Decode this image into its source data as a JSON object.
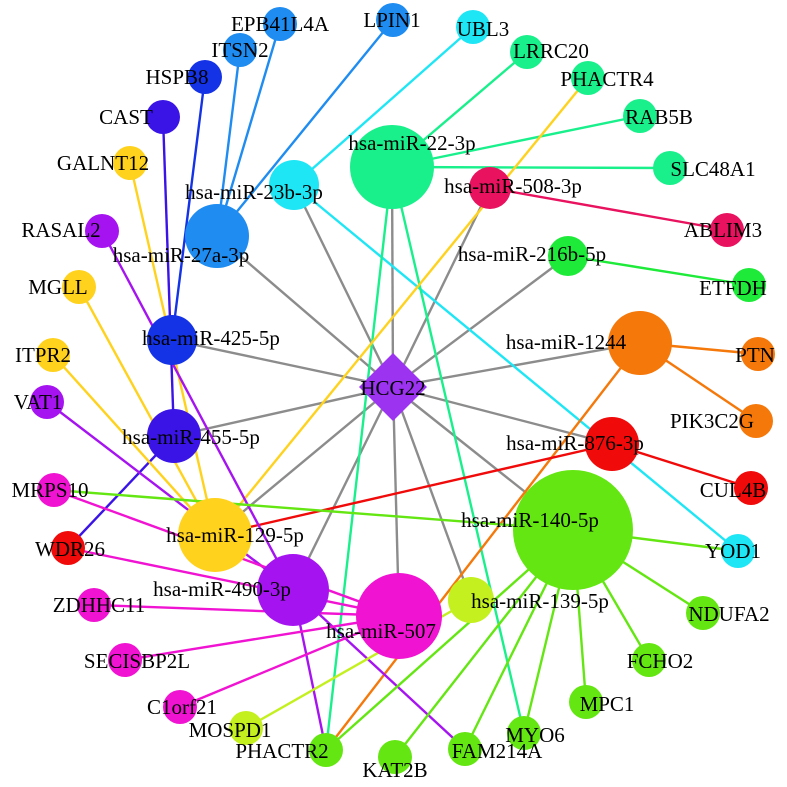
{
  "hub": {
    "id": "HCG22",
    "label": "HCG22",
    "color": "#9b33f0"
  },
  "mirnas": [
    {
      "id": "m22",
      "label": "hsa-miR-22-3p",
      "color": "#19f08c"
    },
    {
      "id": "m23b",
      "label": "hsa-miR-23b-3p",
      "color": "#1ee6f5"
    },
    {
      "id": "m508",
      "label": "hsa-miR-508-3p",
      "color": "#e8125e"
    },
    {
      "id": "m27a",
      "label": "hsa-miR-27a-3p",
      "color": "#1e8cf0"
    },
    {
      "id": "m216b",
      "label": "hsa-miR-216b-5p",
      "color": "#1eea3a"
    },
    {
      "id": "m425",
      "label": "hsa-miR-425-5p",
      "color": "#1432e6"
    },
    {
      "id": "m1244",
      "label": "hsa-miR-1244",
      "color": "#f5780a"
    },
    {
      "id": "m455",
      "label": "hsa-miR-455-5p",
      "color": "#3a14e6"
    },
    {
      "id": "m876",
      "label": "hsa-miR-876-3p",
      "color": "#f00a0a"
    },
    {
      "id": "m129",
      "label": "hsa-miR-129-5p",
      "color": "#ffd21e"
    },
    {
      "id": "m140",
      "label": "hsa-miR-140-5p",
      "color": "#64e612"
    },
    {
      "id": "m490",
      "label": "hsa-miR-490-3p",
      "color": "#a514f0"
    },
    {
      "id": "m507",
      "label": "hsa-miR-507",
      "color": "#f014d2"
    },
    {
      "id": "m139",
      "label": "hsa-miR-139-5p",
      "color": "#c3f01e"
    }
  ],
  "genes": [
    {
      "id": "EPB41L4A",
      "label": "EPB41L4A",
      "color": "#1e8cf0"
    },
    {
      "id": "LPIN1",
      "label": "LPIN1",
      "color": "#1e8cf0"
    },
    {
      "id": "UBL3",
      "label": "UBL3",
      "color": "#1ee6f5"
    },
    {
      "id": "ITSN2",
      "label": "ITSN2",
      "color": "#1e8cf0"
    },
    {
      "id": "LRRC20",
      "label": "LRRC20",
      "color": "#19f08c"
    },
    {
      "id": "HSPB8",
      "label": "HSPB8",
      "color": "#1432e6"
    },
    {
      "id": "PHACTR4",
      "label": "PHACTR4",
      "color": "#19f08c"
    },
    {
      "id": "CAST",
      "label": "CAST",
      "color": "#3a14e6"
    },
    {
      "id": "RAB5B",
      "label": "RAB5B",
      "color": "#19f08c"
    },
    {
      "id": "GALNT12",
      "label": "GALNT12",
      "color": "#ffd21e"
    },
    {
      "id": "SLC48A1",
      "label": "SLC48A1",
      "color": "#19f08c"
    },
    {
      "id": "RASAL2",
      "label": "RASAL2",
      "color": "#a514f0"
    },
    {
      "id": "ABLIM3",
      "label": "ABLIM3",
      "color": "#e8125e"
    },
    {
      "id": "MGLL",
      "label": "MGLL",
      "color": "#ffd21e"
    },
    {
      "id": "ETFDH",
      "label": "ETFDH",
      "color": "#1eea3a"
    },
    {
      "id": "ITPR2",
      "label": "ITPR2",
      "color": "#ffd21e"
    },
    {
      "id": "PTN",
      "label": "PTN",
      "color": "#f5780a"
    },
    {
      "id": "VAT1",
      "label": "VAT1",
      "color": "#a514f0"
    },
    {
      "id": "PIK3C2G",
      "label": "PIK3C2G",
      "color": "#f5780a"
    },
    {
      "id": "MRPS10",
      "label": "MRPS10",
      "color": "#f014d2"
    },
    {
      "id": "CUL4B",
      "label": "CUL4B",
      "color": "#f00a0a"
    },
    {
      "id": "WDR26",
      "label": "WDR26",
      "color": "#f00a0a"
    },
    {
      "id": "YOD1",
      "label": "YOD1",
      "color": "#1ee6f5"
    },
    {
      "id": "ZDHHC11",
      "label": "ZDHHC11",
      "color": "#f014d2"
    },
    {
      "id": "NDUFA2",
      "label": "NDUFA2",
      "color": "#64e612"
    },
    {
      "id": "SECISBP2L",
      "label": "SECISBP2L",
      "color": "#f014d2"
    },
    {
      "id": "FCHO2",
      "label": "FCHO2",
      "color": "#64e612"
    },
    {
      "id": "C1orf21",
      "label": "C1orf21",
      "color": "#f014d2"
    },
    {
      "id": "MPC1",
      "label": "MPC1",
      "color": "#64e612"
    },
    {
      "id": "MOSPD1",
      "label": "MOSPD1",
      "color": "#c3f01e"
    },
    {
      "id": "MYO6",
      "label": "MYO6",
      "color": "#64e612"
    },
    {
      "id": "PHACTR2",
      "label": "PHACTR2",
      "color": "#64e612"
    },
    {
      "id": "FAM214A",
      "label": "FAM214A",
      "color": "#64e612"
    },
    {
      "id": "KAT2B",
      "label": "KAT2B",
      "color": "#64e612"
    }
  ],
  "hub_edge_color": "#8c8c8c",
  "edges": [
    {
      "from": "m27a",
      "to": "EPB41L4A",
      "color": "#1e8cf0"
    },
    {
      "from": "m27a",
      "to": "ITSN2",
      "color": "#1e8cf0"
    },
    {
      "from": "m27a",
      "to": "LPIN1",
      "color": "#1e8cf0"
    },
    {
      "from": "m23b",
      "to": "UBL3",
      "color": "#1ee6f5"
    },
    {
      "from": "m23b",
      "to": "YOD1",
      "color": "#1ee6f5"
    },
    {
      "from": "m425",
      "to": "HSPB8",
      "color": "#1432e6"
    },
    {
      "from": "m455",
      "to": "CAST",
      "color": "#3a14e6"
    },
    {
      "from": "m455",
      "to": "WDR26",
      "color": "#3a14e6"
    },
    {
      "from": "m22",
      "to": "LRRC20",
      "color": "#19f08c"
    },
    {
      "from": "m22",
      "to": "RAB5B",
      "color": "#19f08c"
    },
    {
      "from": "m22",
      "to": "SLC48A1",
      "color": "#19f08c"
    },
    {
      "from": "m22",
      "to": "MYO6",
      "color": "#19f08c"
    },
    {
      "from": "m22",
      "to": "PHACTR2",
      "color": "#19f08c"
    },
    {
      "from": "m508",
      "to": "ABLIM3",
      "color": "#e8125e"
    },
    {
      "from": "m216b",
      "to": "ETFDH",
      "color": "#1eea3a"
    },
    {
      "from": "m1244",
      "to": "PTN",
      "color": "#f5780a"
    },
    {
      "from": "m1244",
      "to": "PIK3C2G",
      "color": "#f5780a"
    },
    {
      "from": "m1244",
      "to": "PHACTR2",
      "color": "#f5780a"
    },
    {
      "from": "m876",
      "to": "CUL4B",
      "color": "#f00a0a"
    },
    {
      "from": "m876",
      "to": "m129",
      "color": "#f00a0a"
    },
    {
      "from": "m129",
      "to": "GALNT12",
      "color": "#ffd21e"
    },
    {
      "from": "m129",
      "to": "MGLL",
      "color": "#ffd21e"
    },
    {
      "from": "m129",
      "to": "ITPR2",
      "color": "#ffd21e"
    },
    {
      "from": "m129",
      "to": "PHACTR4",
      "color": "#ffd21e"
    },
    {
      "from": "m490",
      "to": "RASAL2",
      "color": "#a514f0"
    },
    {
      "from": "m490",
      "to": "VAT1",
      "color": "#a514f0"
    },
    {
      "from": "m490",
      "to": "PHACTR2",
      "color": "#a514f0"
    },
    {
      "from": "m490",
      "to": "FAM214A",
      "color": "#a514f0"
    },
    {
      "from": "m507",
      "to": "MRPS10",
      "color": "#f014d2"
    },
    {
      "from": "m507",
      "to": "ZDHHC11",
      "color": "#f014d2"
    },
    {
      "from": "m507",
      "to": "SECISBP2L",
      "color": "#f014d2"
    },
    {
      "from": "m507",
      "to": "C1orf21",
      "color": "#f014d2"
    },
    {
      "from": "m507",
      "to": "WDR26",
      "color": "#f014d2"
    },
    {
      "from": "m139",
      "to": "MOSPD1",
      "color": "#c3f01e"
    },
    {
      "from": "m140",
      "to": "MRPS10",
      "color": "#64e612"
    },
    {
      "from": "m140",
      "to": "NDUFA2",
      "color": "#64e612"
    },
    {
      "from": "m140",
      "to": "FCHO2",
      "color": "#64e612"
    },
    {
      "from": "m140",
      "to": "MPC1",
      "color": "#64e612"
    },
    {
      "from": "m140",
      "to": "MYO6",
      "color": "#64e612"
    },
    {
      "from": "m140",
      "to": "FAM214A",
      "color": "#64e612"
    },
    {
      "from": "m140",
      "to": "KAT2B",
      "color": "#64e612"
    },
    {
      "from": "m140",
      "to": "PHACTR2",
      "color": "#64e612"
    },
    {
      "from": "m140",
      "to": "YOD1",
      "color": "#64e612"
    }
  ]
}
